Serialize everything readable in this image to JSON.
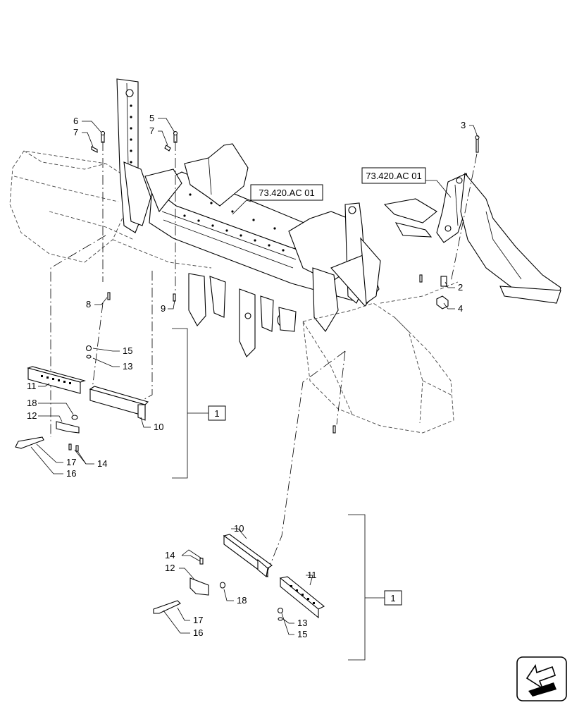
{
  "references": [
    {
      "id": "ref-frame",
      "text": "73.420.AC 01"
    },
    {
      "id": "ref-arm",
      "text": "73.420.AC 01"
    }
  ],
  "callouts": {
    "c1": "1",
    "c2": "2",
    "c3": "3",
    "c4": "4",
    "c5": "5",
    "c6": "6",
    "c7a": "7",
    "c7b": "7",
    "c8": "8",
    "c9": "9",
    "u_10": "10",
    "u_11": "11",
    "u_12": "12",
    "u_13": "13",
    "u_14": "14",
    "u_15": "15",
    "u_16": "16",
    "u_17": "17",
    "u_18": "18",
    "l_10": "10",
    "l_11": "11",
    "l_12": "12",
    "l_13": "13",
    "l_14": "14",
    "l_15": "15",
    "l_16": "16",
    "l_17": "17",
    "l_18": "18"
  },
  "group_boxes": {
    "upper": "1",
    "lower": "1"
  },
  "icons": {
    "nav": "arrow-icon"
  }
}
